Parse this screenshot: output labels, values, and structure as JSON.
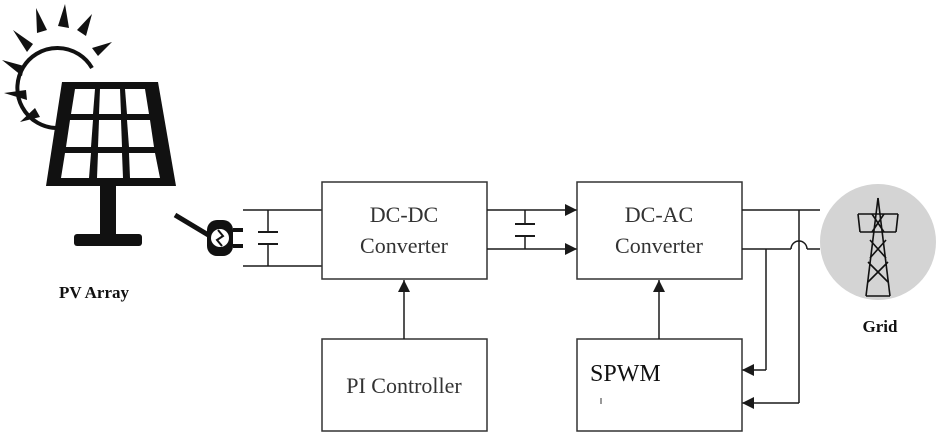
{
  "blocks": {
    "dcdc": {
      "line1": "DC-DC",
      "line2": "Converter"
    },
    "dcac": {
      "line1": "DC-AC",
      "line2": "Converter"
    },
    "pi": {
      "label": "PI Controller"
    },
    "spwm": {
      "label": "SPWM"
    }
  },
  "labels": {
    "pv_array": "PV Array",
    "grid": "Grid"
  },
  "colors": {
    "line": "#1a1a1a",
    "box_border": "#333333",
    "grid_circle": "#d4d4d4"
  },
  "icons": [
    "sun-icon",
    "solar-panel-icon",
    "plug-icon",
    "capacitor-icon",
    "transmission-tower-icon"
  ]
}
